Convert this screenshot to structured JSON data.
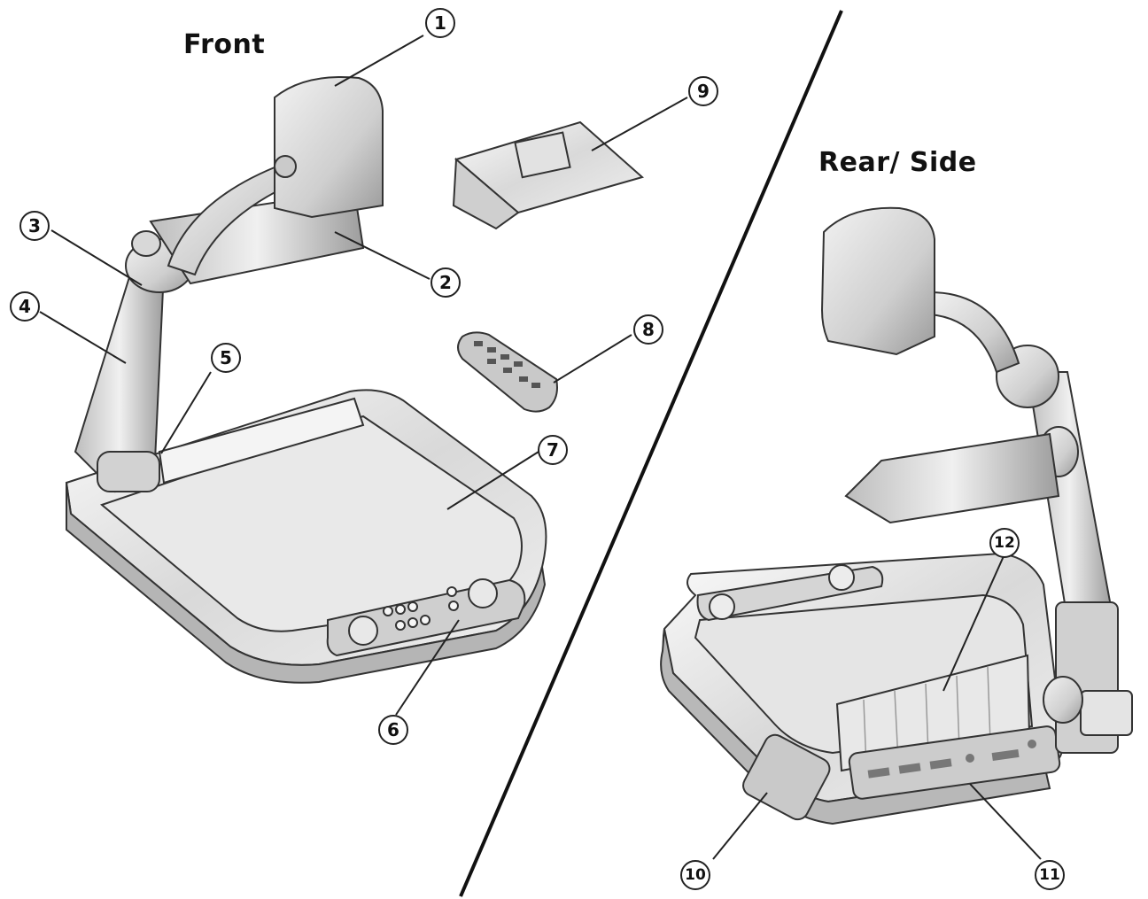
{
  "headings": {
    "front": "Front",
    "rear_side": "Rear/ Side"
  },
  "callouts": [
    "1",
    "2",
    "3",
    "4",
    "5",
    "6",
    "7",
    "8",
    "9",
    "10",
    "11",
    "12"
  ],
  "colors": {
    "line": "#1a1a1a",
    "metal_light": "#e6e6e6",
    "metal_mid": "#c4c4c4",
    "metal_dark": "#8e8e8e"
  }
}
